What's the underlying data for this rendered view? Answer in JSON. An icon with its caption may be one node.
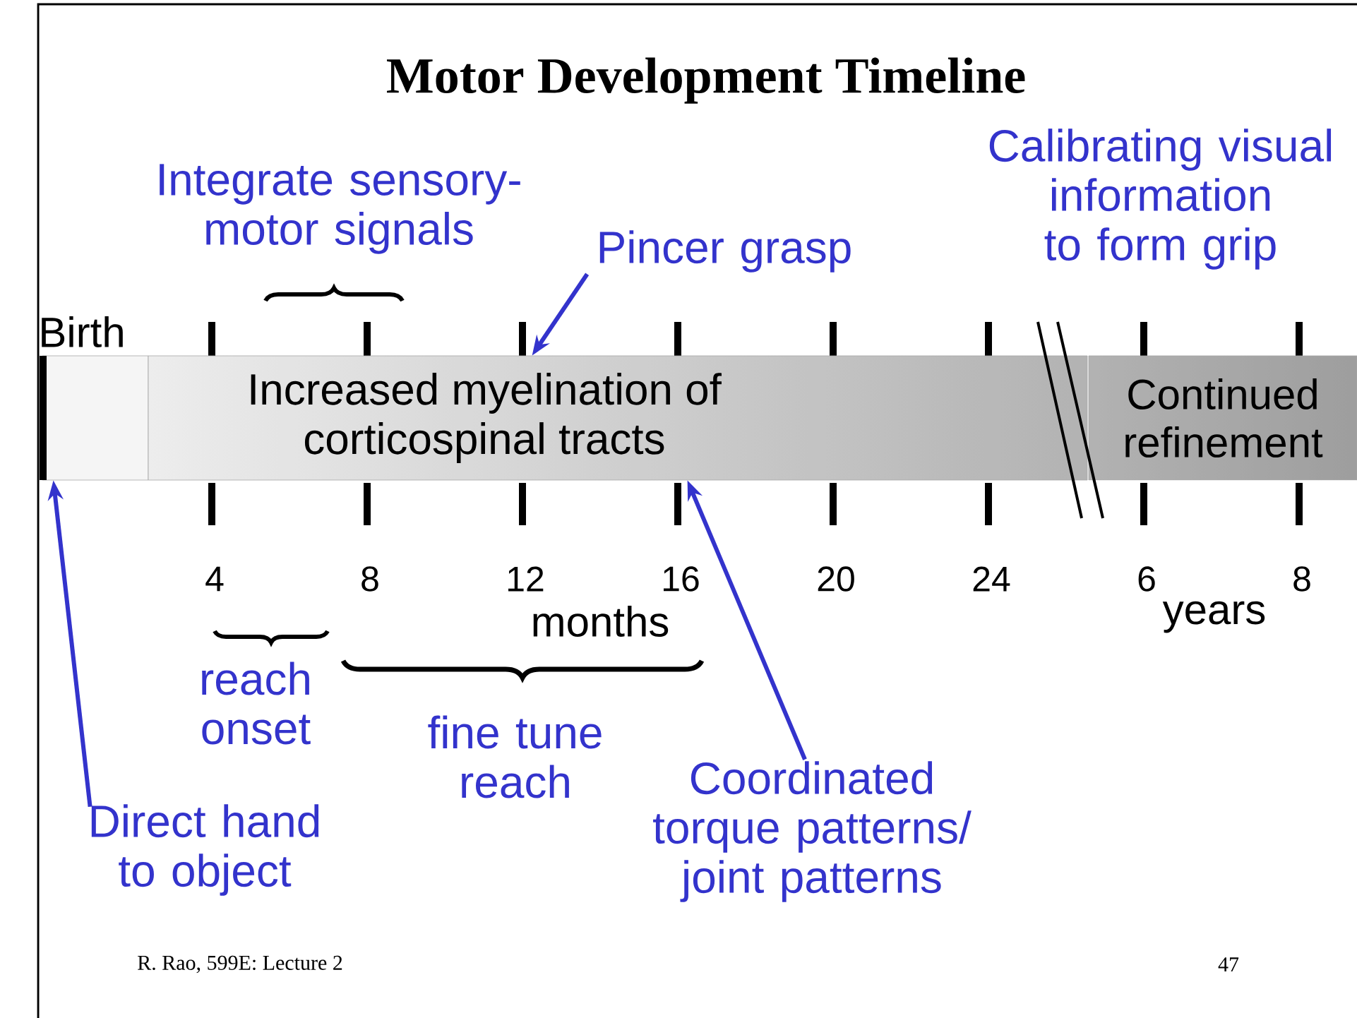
{
  "diagram": {
    "title": "Motor Development Timeline",
    "nodes": [
      {
        "text": [],
        "shape": "box"
      },
      {
        "text": [
          "Increased myelination of corticospinal tracts"
        ]
      },
      {
        "text": [
          "Continued refinement"
        ]
      },
      {
        "text": [
          "Direct hand to object"
        ]
      },
      {
        "text": [
          "Pincer grasp"
        ]
      },
      {
        "text": [
          "Coordinated torque patterns/ joint patterns"
        ]
      }
    ],
    "edges": [
      {
        "from": 3,
        "to": 0,
        "arrow": "to"
      },
      {
        "from": 4,
        "to": 1,
        "arrow": "to"
      },
      {
        "from": 5,
        "to": 1,
        "arrow": "to"
      }
    ],
    "labels": [
      "Integrate sensory-motor signals",
      "Calibrating visual information to form grip",
      "Birth",
      "4",
      "8",
      "12",
      "16",
      "20",
      "24",
      "6",
      "8",
      "months",
      "years",
      "reach onset",
      "fine tune reach",
      "R. Rao, 599E: Lecture 2",
      "47"
    ]
  }
}
